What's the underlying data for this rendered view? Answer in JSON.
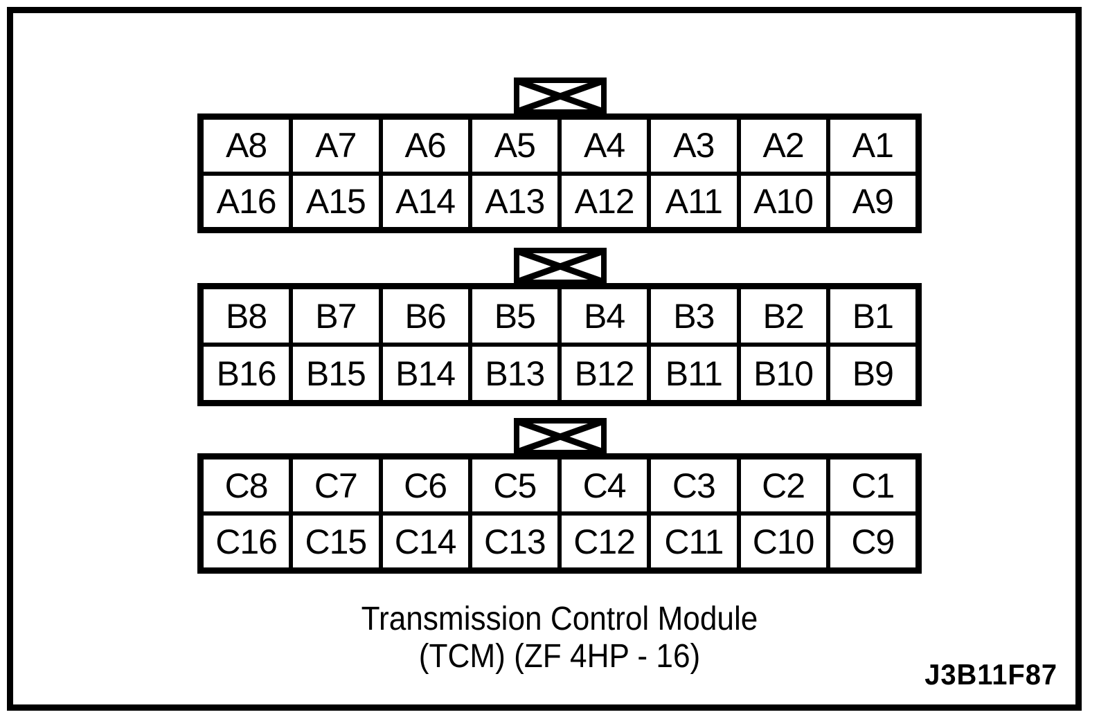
{
  "figure": {
    "caption_line1": "Transmission Control Module",
    "caption_line2": "(TCM) (ZF 4HP - 16)",
    "figure_code": "J3B11F87",
    "ink_color": "#000000",
    "background_color": "#ffffff",
    "key_symbol_name": "crossed-box-connector-key"
  },
  "connectors": [
    {
      "id": "A",
      "pins": [
        "A8",
        "A7",
        "A6",
        "A5",
        "A4",
        "A3",
        "A2",
        "A1",
        "A16",
        "A15",
        "A14",
        "A13",
        "A12",
        "A11",
        "A10",
        "A9"
      ]
    },
    {
      "id": "B",
      "pins": [
        "B8",
        "B7",
        "B6",
        "B5",
        "B4",
        "B3",
        "B2",
        "B1",
        "B16",
        "B15",
        "B14",
        "B13",
        "B12",
        "B11",
        "B10",
        "B9"
      ]
    },
    {
      "id": "C",
      "pins": [
        "C8",
        "C7",
        "C6",
        "C5",
        "C4",
        "C3",
        "C2",
        "C1",
        "C16",
        "C15",
        "C14",
        "C13",
        "C12",
        "C11",
        "C10",
        "C9"
      ]
    }
  ]
}
